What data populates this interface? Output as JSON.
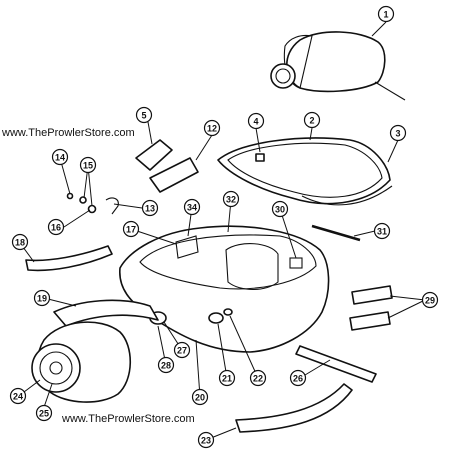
{
  "watermarks": {
    "top": "www.TheProwlerStore.com",
    "bottom": "www.TheProwlerStore.com"
  },
  "callouts": [
    "1",
    "2",
    "3",
    "4",
    "5",
    "12",
    "14",
    "15",
    "16",
    "13",
    "18",
    "17",
    "34",
    "32",
    "30",
    "31",
    "29",
    "19",
    "27",
    "28",
    "24",
    "25",
    "20",
    "21",
    "22",
    "26",
    "23"
  ],
  "colors": {
    "ink": "#111111",
    "paper": "#ffffff"
  }
}
